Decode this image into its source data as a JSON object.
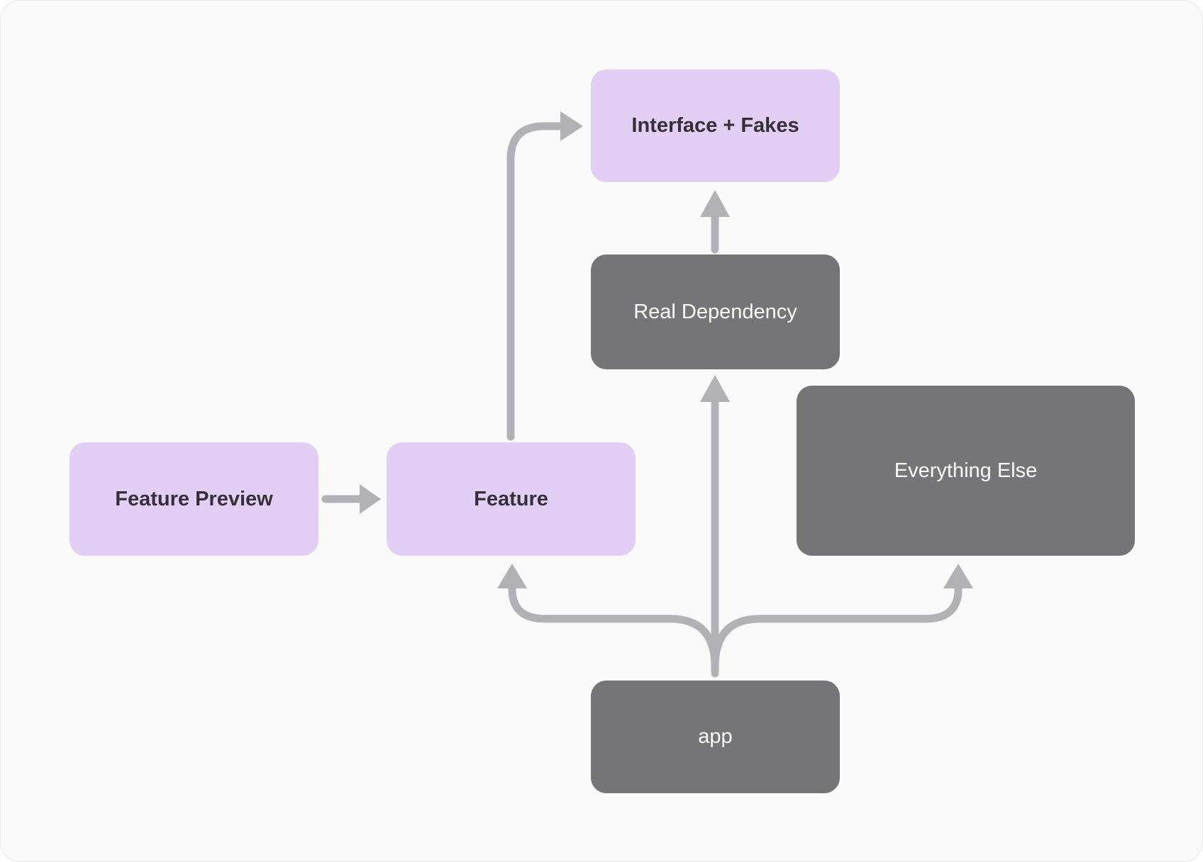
{
  "canvas": {
    "background": "#fafafa",
    "border_color": "#e9e7ef"
  },
  "colors": {
    "node_purple": "#e3cef5",
    "node_gray": "#757477",
    "arrow_gray": "#b2b1b5",
    "text_on_purple": "#343038",
    "text_on_gray": "#fbfbfc"
  },
  "nodes": [
    {
      "id": "interface-fakes",
      "label": "Interface + Fakes",
      "variant": "purple"
    },
    {
      "id": "real-dependency",
      "label": "Real Dependency",
      "variant": "gray"
    },
    {
      "id": "everything-else",
      "label": "Everything Else",
      "variant": "gray"
    },
    {
      "id": "feature-preview",
      "label": "Feature Preview",
      "variant": "purple"
    },
    {
      "id": "feature",
      "label": "Feature",
      "variant": "purple"
    },
    {
      "id": "app",
      "label": "app",
      "variant": "gray"
    }
  ],
  "edges": [
    {
      "from": "feature-preview",
      "to": "feature"
    },
    {
      "from": "feature",
      "to": "interface-fakes"
    },
    {
      "from": "real-dependency",
      "to": "interface-fakes"
    },
    {
      "from": "app",
      "to": "real-dependency"
    },
    {
      "from": "app",
      "to": "feature"
    },
    {
      "from": "app",
      "to": "everything-else"
    }
  ]
}
